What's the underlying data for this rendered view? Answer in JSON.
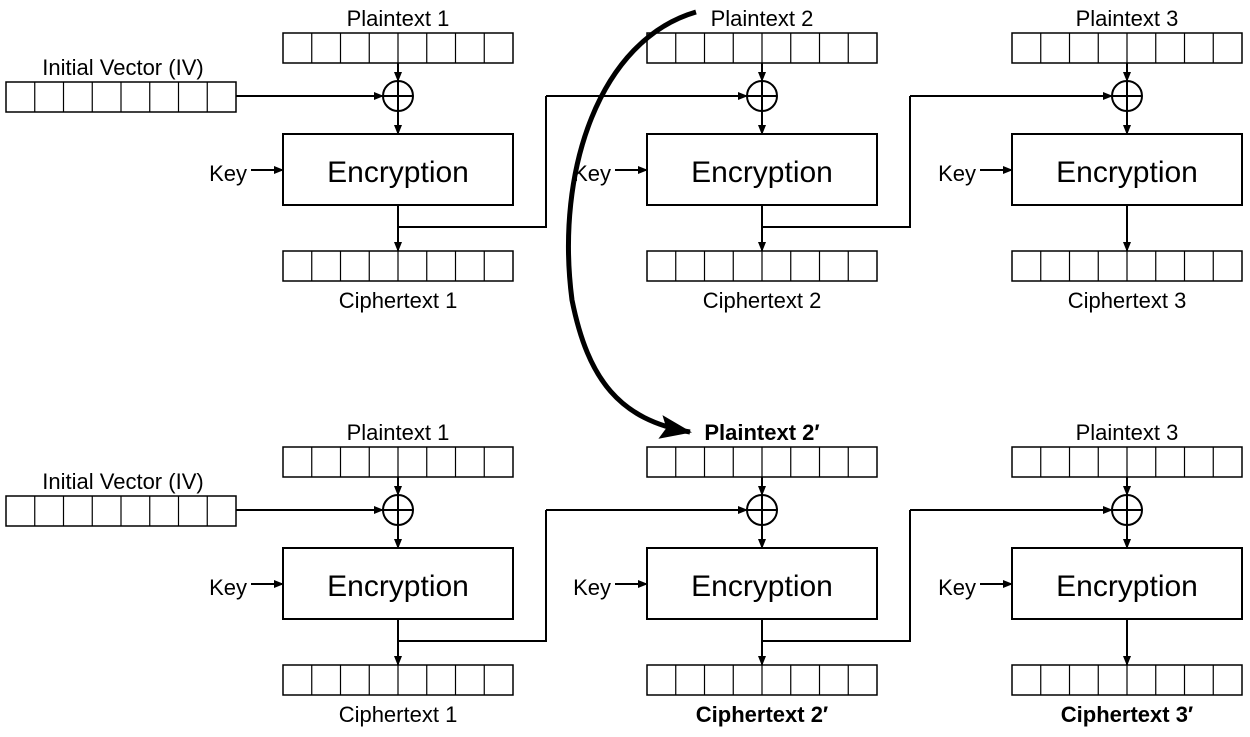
{
  "colors": {
    "line": "#000000",
    "background": "#ffffff"
  },
  "rows": [
    {
      "iv_label": "Initial Vector (IV)",
      "blocks": [
        {
          "plaintext": "Plaintext 1",
          "plaintext_bold": false,
          "key": "Key",
          "encryption": "Encryption",
          "ciphertext": "Ciphertext 1",
          "ciphertext_bold": false
        },
        {
          "plaintext": "Plaintext 2",
          "plaintext_bold": false,
          "key": "Key",
          "encryption": "Encryption",
          "ciphertext": "Ciphertext 2",
          "ciphertext_bold": false
        },
        {
          "plaintext": "Plaintext 3",
          "plaintext_bold": false,
          "key": "Key",
          "encryption": "Encryption",
          "ciphertext": "Ciphertext 3",
          "ciphertext_bold": false
        }
      ]
    },
    {
      "iv_label": "Initial Vector (IV)",
      "blocks": [
        {
          "plaintext": "Plaintext 1",
          "plaintext_bold": false,
          "key": "Key",
          "encryption": "Encryption",
          "ciphertext": "Ciphertext 1",
          "ciphertext_bold": false
        },
        {
          "plaintext": "Plaintext 2′",
          "plaintext_bold": true,
          "key": "Key",
          "encryption": "Encryption",
          "ciphertext": "Ciphertext 2′",
          "ciphertext_bold": true
        },
        {
          "plaintext": "Plaintext 3",
          "plaintext_bold": false,
          "key": "Key",
          "encryption": "Encryption",
          "ciphertext": "Ciphertext 3′",
          "ciphertext_bold": true
        }
      ]
    }
  ]
}
